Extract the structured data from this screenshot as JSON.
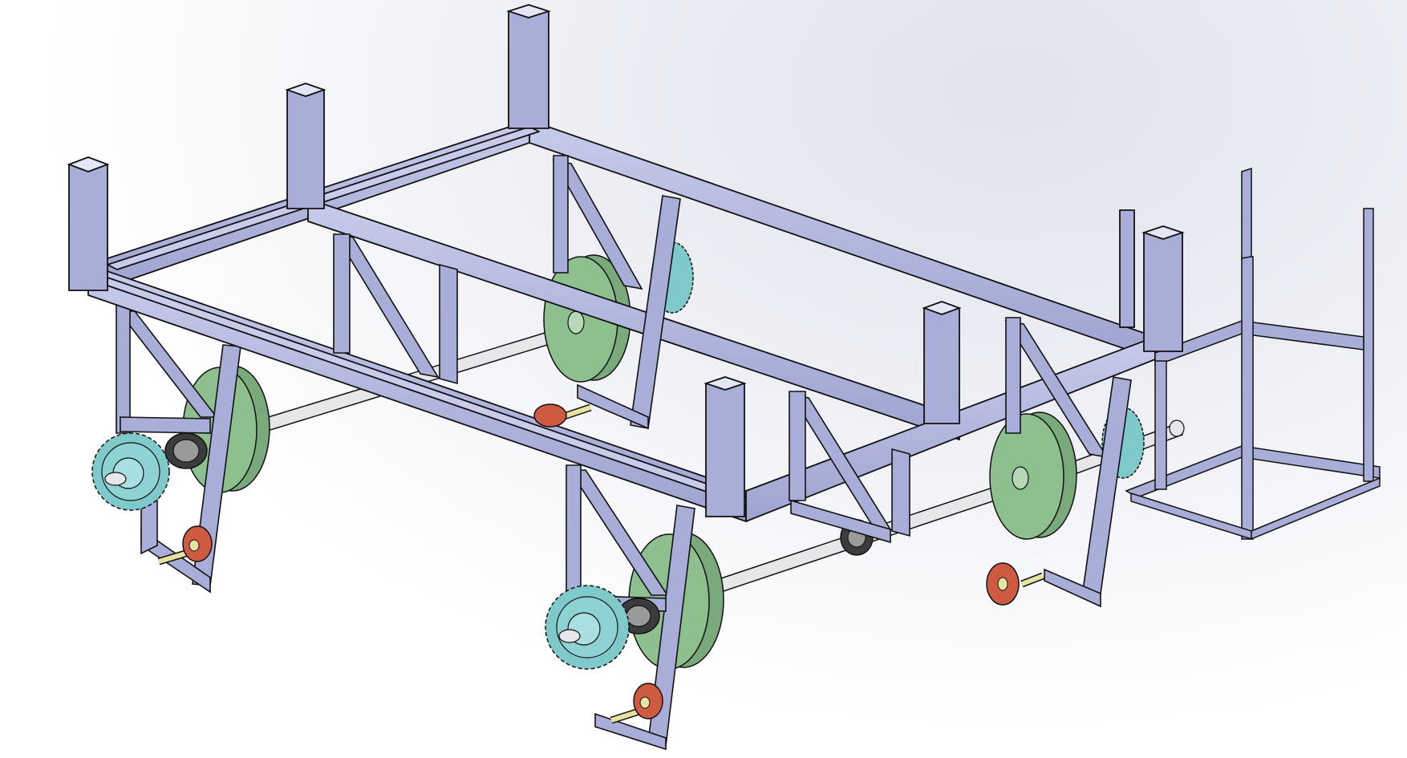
{
  "viewport": {
    "background_top": "#dfe3ec",
    "background_bottom": "#ffffff"
  },
  "colors": {
    "frame_tube": "#a9aed8",
    "frame_tube_light": "#c5c9ea",
    "frame_tube_dark": "#8c92c4",
    "outline": "#111111",
    "wheel": "#8ec08f",
    "wheel_rim": "#7aa97c",
    "sprocket": "#7fc9cb",
    "shaft": "#e7e7e9",
    "pin": "#e8e2a0",
    "roller": "#cf5a42",
    "bearing": "#6d6d6d"
  },
  "assembly": {
    "frame": "rectangular-tube-chassis",
    "uprights": 6,
    "axles": 2,
    "wheels": 4,
    "sprockets": 2,
    "rollers": 4,
    "side_cage": "open-box-frame"
  }
}
